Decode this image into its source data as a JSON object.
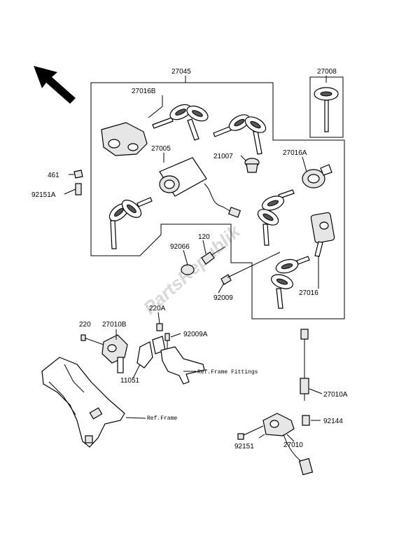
{
  "watermark": "PartsRepublik",
  "labels": {
    "p27045": "27045",
    "p27008": "27008",
    "p27016B": "27016B",
    "p27005": "27005",
    "p21007": "21007",
    "p27016A": "27016A",
    "p461": "461",
    "p92151A": "92151A",
    "p120": "120",
    "p92066": "92066",
    "p92009": "92009",
    "p27016": "27016",
    "p220A": "220A",
    "p220": "220",
    "p27010B": "27010B",
    "p92009A": "92009A",
    "p11051": "11051",
    "p27010A": "27010A",
    "p92144": "92144",
    "p92151": "92151",
    "p27010": "27010"
  },
  "refs": {
    "frame_fittings": "Ref.Frame Fittings",
    "frame": "Ref.Frame"
  },
  "icons": {
    "direction": "front-direction-arrow-icon"
  }
}
